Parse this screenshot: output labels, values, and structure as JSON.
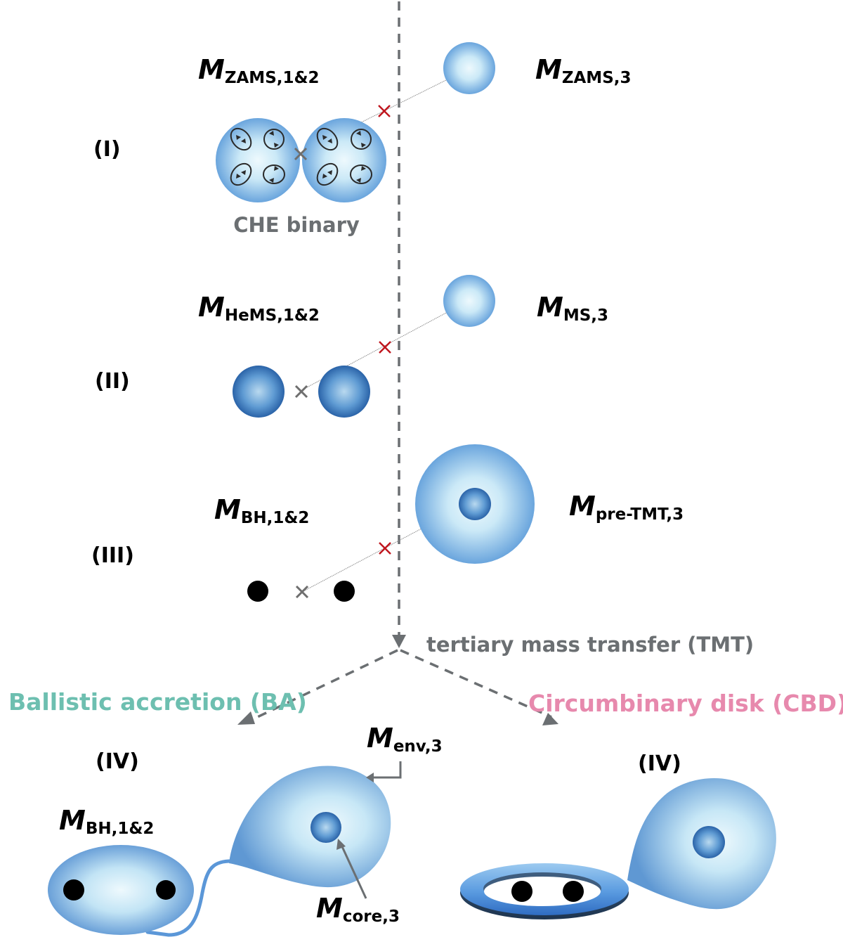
{
  "colors": {
    "flow_gray": "#6b6f72",
    "ba_teal": "#6dbfb0",
    "cbd_pink": "#e789ad",
    "orbit_x_red": "#c0161e",
    "orbit_x_gray": "#6e6e6e",
    "star_light": "#e8f6fc",
    "star_edge": "#6aa5dd",
    "helium_core": "#2f6fb4",
    "black_hole": "#000000"
  },
  "stages": [
    {
      "id": "I",
      "numeral": "(I)",
      "inner_label": {
        "symbol": "M",
        "subscript": "ZAMS,1&2"
      },
      "outer_label": {
        "symbol": "M",
        "subscript": "ZAMS,3"
      },
      "inner_caption": "CHE binary",
      "inner_object": "contact-binary-with-mixing-loops"
    },
    {
      "id": "II",
      "numeral": "(II)",
      "inner_label": {
        "symbol": "M",
        "subscript": "HeMS,1&2"
      },
      "outer_label": {
        "symbol": "M",
        "subscript": "MS,3"
      },
      "inner_object": "helium-star-pair"
    },
    {
      "id": "III",
      "numeral": "(III)",
      "inner_label": {
        "symbol": "M",
        "subscript": "BH,1&2"
      },
      "outer_label": {
        "symbol": "M",
        "subscript": "pre-TMT,3"
      },
      "inner_object": "black-hole-pair"
    }
  ],
  "flow": {
    "main_arrow_label": "tertiary mass transfer (TMT)"
  },
  "branches": {
    "ba": {
      "title": "Ballistic accretion (BA)",
      "numeral": "(IV)",
      "inner_label": {
        "symbol": "M",
        "subscript": "BH,1&2"
      },
      "env_label": {
        "symbol": "M",
        "subscript": "env,3"
      },
      "core_label": {
        "symbol": "M",
        "subscript": "core,3"
      }
    },
    "cbd": {
      "title": "Circumbinary disk (CBD)",
      "numeral": "(IV)"
    }
  }
}
